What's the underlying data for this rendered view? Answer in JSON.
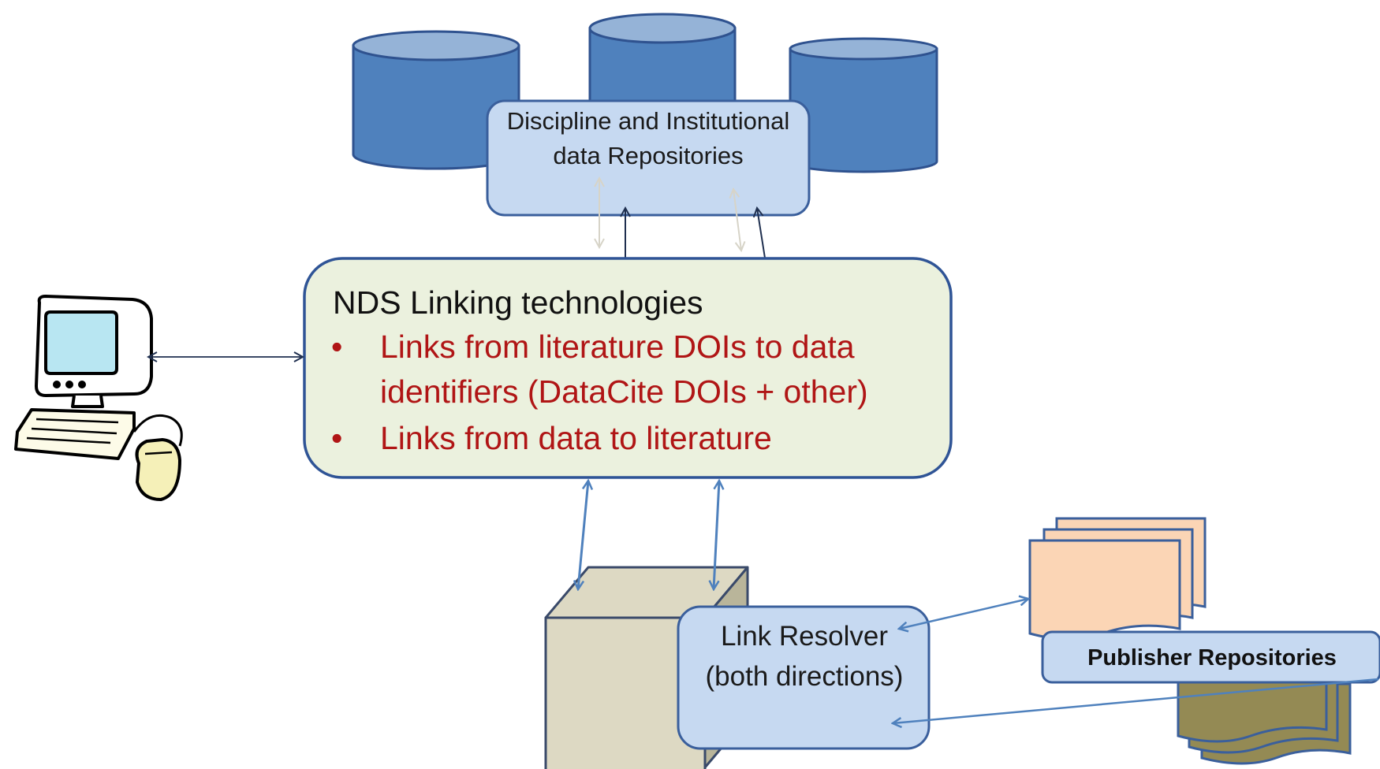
{
  "repositories": {
    "label": "Discipline and Institutional data Repositories"
  },
  "nds": {
    "title": "NDS Linking technologies",
    "bullet_char": "•",
    "bullets": [
      "Links from literature DOIs to data identifiers (DataCite DOIs + other)",
      "Links from data to literature"
    ]
  },
  "resolver": {
    "label": "Link Resolver (both directions)"
  },
  "publisher": {
    "label": "Publisher  Repositories"
  },
  "colors": {
    "cylinder_fill": "#4f81bd",
    "cylinder_top": "#95b3d7",
    "cylinder_stroke": "#2f528f",
    "light_box_fill": "#c6d9f1",
    "light_box_stroke": "#3a5f9c",
    "nds_box_fill": "#ebf1de",
    "bullet_text": "#b01515",
    "server_fill": "#ddd9c3",
    "page_fill": "#fbd5b5",
    "page_back_fill": "#948a54",
    "arrow_blue": "#4f81bd",
    "arrow_dark": "#1f2f4f"
  },
  "icons": [
    "database-icon",
    "computer-icon",
    "server-box-icon",
    "document-stack-icon"
  ]
}
